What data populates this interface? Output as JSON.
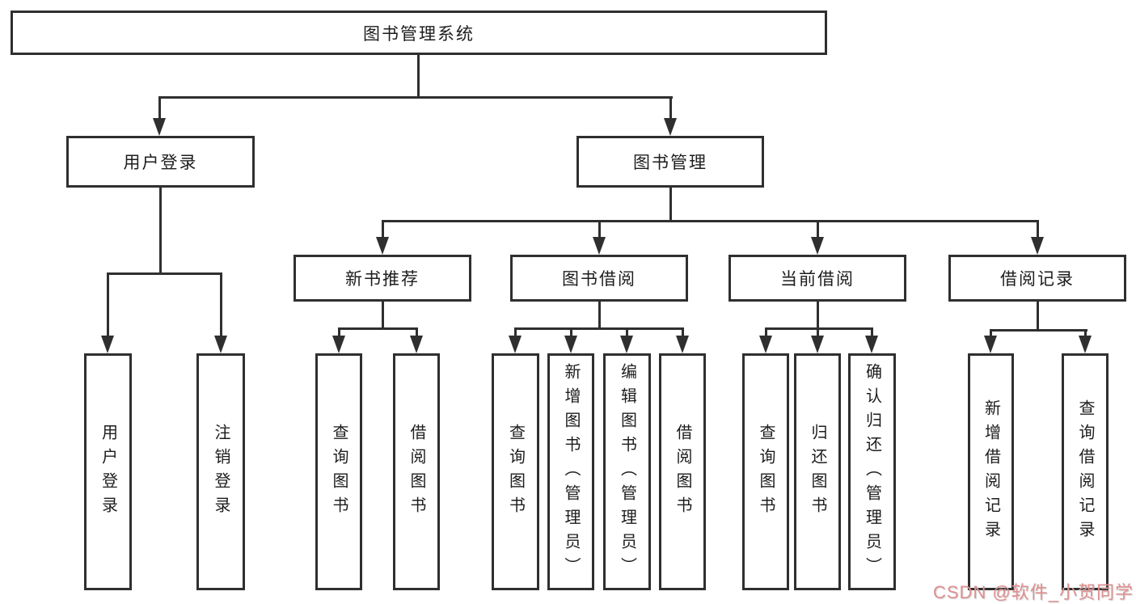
{
  "tree": {
    "root": {
      "label": "图书管理系统"
    },
    "branches": [
      {
        "label": "用户登录",
        "children": [
          {
            "label": "用户登录"
          },
          {
            "label": "注销登录"
          }
        ]
      },
      {
        "label": "图书管理",
        "children": [
          {
            "label": "新书推荐",
            "children": [
              {
                "label": "查询图书"
              },
              {
                "label": "借阅图书"
              }
            ]
          },
          {
            "label": "图书借阅",
            "children": [
              {
                "label": "查询图书"
              },
              {
                "label": "新增图书（管理员）"
              },
              {
                "label": "编辑图书（管理员）"
              },
              {
                "label": "借阅图书"
              }
            ]
          },
          {
            "label": "当前借阅",
            "children": [
              {
                "label": "查询图书"
              },
              {
                "label": "归还图书"
              },
              {
                "label": "确认归还（管理员）"
              }
            ]
          },
          {
            "label": "借阅记录",
            "children": [
              {
                "label": "新增借阅记录"
              },
              {
                "label": "查询借阅记录"
              }
            ]
          }
        ]
      }
    ]
  },
  "watermark": {
    "text": "CSDN @软件_小贺同学",
    "color": "#e09090"
  },
  "colors": {
    "line": "#2f2f2f",
    "text": "#1d1d1d",
    "background": "#ffffff"
  }
}
